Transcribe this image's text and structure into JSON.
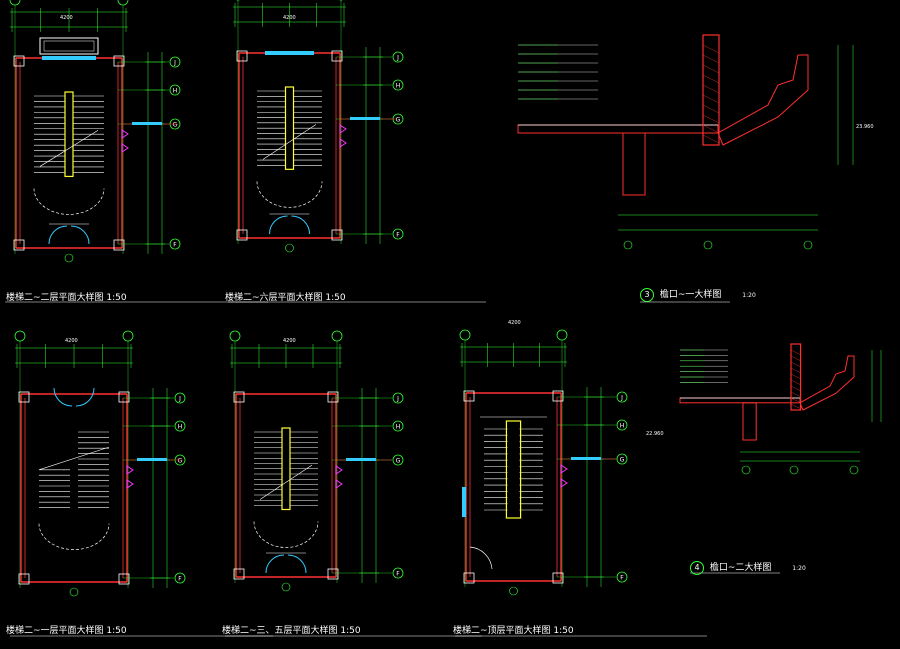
{
  "sheet": {
    "background": "#000000",
    "colors": {
      "wall": "#ff3030",
      "line": "#ffffff",
      "dim": "#33ff33",
      "stair": "#ffff33",
      "glass": "#33ccff",
      "door": "#ff33ff",
      "grid_bubble": "#ffffff"
    }
  },
  "plans": [
    {
      "title": "楼梯二~二层平面大样图  1:50",
      "grid": [
        "J",
        "H",
        "G",
        "F"
      ]
    },
    {
      "title": "楼梯二~六层平面大样图  1:50",
      "grid": [
        "J",
        "H",
        "G",
        "F"
      ]
    },
    {
      "title": "楼梯二~一层平面大样图  1:50",
      "grid": [
        "J",
        "H",
        "G",
        "F"
      ]
    },
    {
      "title": "楼梯二~三、五层平面大样图  1:50",
      "grid": [
        "J",
        "H",
        "G",
        "F"
      ]
    },
    {
      "title": "楼梯二~顶层平面大样图  1:50",
      "grid": [
        "J",
        "H",
        "G",
        "F"
      ]
    }
  ],
  "details": [
    {
      "number": "3",
      "title": "檐口~一大样图",
      "scale": "1:20"
    },
    {
      "number": "4",
      "title": "檐口~二大样图",
      "scale": "1:20"
    }
  ],
  "dimensions": {
    "plan_width": "4200",
    "detail_level_a": "23.960",
    "detail_level_b": "22.960"
  },
  "icons": {
    "grid_bubble": "grid-bubble-icon",
    "elevation_mark": "elevation-mark-icon",
    "section_arrow": "section-arrow-icon"
  }
}
